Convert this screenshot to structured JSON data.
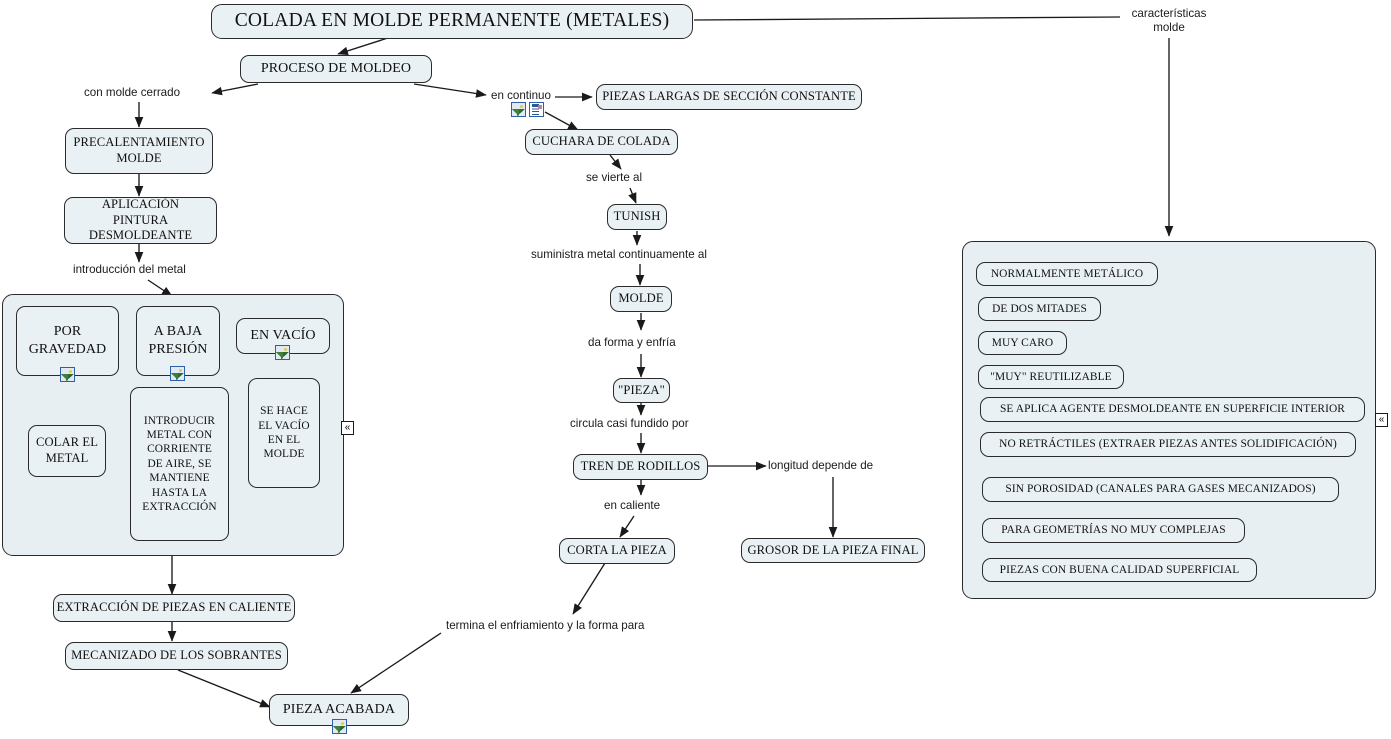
{
  "map": {
    "title": "COLADA EN MOLDE PERMANENTE (METALES)",
    "canvas_background": "#ffffff",
    "node_fill": "#eaf1f4",
    "node_border": "#2b2b2b",
    "icon_border": "#2f5fa8"
  },
  "nodes": {
    "root": "COLADA EN MOLDE PERMANENTE (METALES)",
    "proceso": "PROCESO DE MOLDEO",
    "precalentamiento": "PRECALENTAMIENTO MOLDE",
    "aplicacion": "APLICACIÓN PINTURA DESMOLDEANTE",
    "por_gravedad": "POR GRAVEDAD",
    "a_baja_presion": "A BAJA PRESIÓN",
    "en_vacio": "EN VACÍO",
    "colar": "COLAR EL METAL",
    "introducir": "INTRODUCIR METAL CON CORRIENTE DE AIRE, SE MANTIENE HASTA LA EXTRACCIÓN",
    "se_hace_vacio": "SE HACE EL VACÍO EN EL MOLDE",
    "extraccion": "EXTRACCIÓN DE PIEZAS EN CALIENTE",
    "mecanizado": "MECANIZADO DE LOS SOBRANTES",
    "pieza_acabada": "PIEZA ACABADA",
    "piezas_largas": "PIEZAS LARGAS DE SECCIÓN CONSTANTE",
    "cuchara": "CUCHARA DE COLADA",
    "tunish": "TUNISH",
    "molde": "MOLDE",
    "pieza": "\"PIEZA\"",
    "tren": "TREN DE RODILLOS",
    "corta": "CORTA LA PIEZA",
    "grosor": "GROSOR DE LA PIEZA FINAL"
  },
  "link_labels": {
    "con_molde_cerrado": "con molde cerrado",
    "en_continuo": "en continuo",
    "introduccion_metal": "introducción del metal",
    "se_vierte_al": "se vierte al",
    "suministra": "suministra metal continuamente al",
    "da_forma": "da forma y enfría",
    "circula": "circula casi fundido por",
    "en_caliente": "en caliente",
    "longitud_depende": "longitud depende de",
    "termina": "termina el enfriamiento y la forma para",
    "caracteristicas_molde": "características molde"
  },
  "characteristics_panel": {
    "items": [
      "NORMALMENTE METÁLICO",
      "DE DOS MITADES",
      "MUY CARO",
      "\"MUY\" REUTILIZABLE",
      "SE APLICA AGENTE DESMOLDEANTE EN SUPERFICIE INTERIOR",
      "NO RETRÁCTILES (EXTRAER PIEZAS ANTES SOLIDIFICACIÓN)",
      "SIN POROSIDAD (CANALES PARA GASES MECANIZADOS)",
      "PARA GEOMETRÍAS NO MUY COMPLEJAS",
      "PIEZAS CON BUENA CALIDAD SUPERFICIAL"
    ]
  },
  "controls": {
    "collapse_glyph": "«"
  },
  "icons": {
    "image": "image-resource-icon",
    "document": "document-resource-icon"
  }
}
